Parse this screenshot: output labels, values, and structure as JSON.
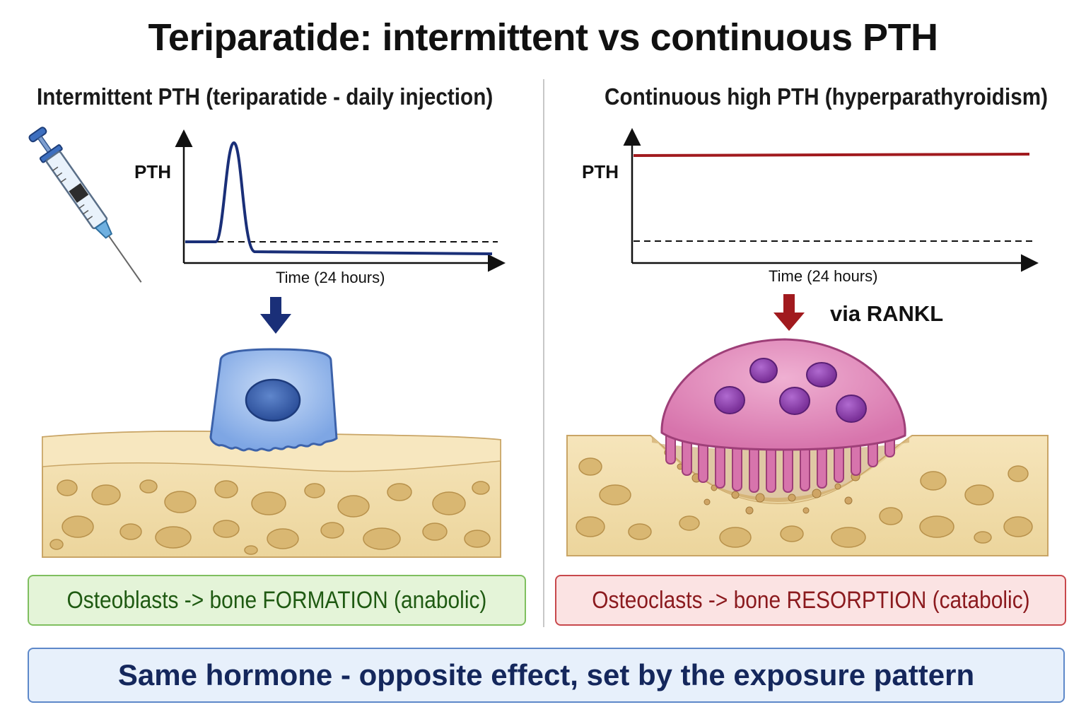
{
  "title": "Teriparatide: intermittent vs continuous PTH",
  "left_panel": {
    "title": "Intermittent PTH (teriparatide - daily injection)",
    "y_label": "PTH",
    "x_label": "Time (24 hours)",
    "result": "Osteoblasts -> bone FORMATION (anabolic)",
    "accent_color": "#1a2f78",
    "icons": [
      "syringe-icon",
      "arrow-down-icon",
      "osteoblast-cell-icon",
      "bone-tissue-icon"
    ]
  },
  "right_panel": {
    "title": "Continuous high PTH (hyperparathyroidism)",
    "y_label": "PTH",
    "x_label": "Time (24 hours)",
    "arrow_label": "via RANKL",
    "result": "Osteoclasts -> bone RESORPTION (catabolic)",
    "accent_color": "#a11a1e",
    "icons": [
      "arrow-down-icon",
      "osteoclast-cell-icon",
      "resorbed-bone-icon"
    ]
  },
  "summary": "Same hormone - opposite effect, set by the exposure pattern",
  "colors": {
    "formation_green": "#1f5a12",
    "resorption_red": "#8b1a1e",
    "summary_blue": "#14275c",
    "bone": "#f3dfae"
  }
}
